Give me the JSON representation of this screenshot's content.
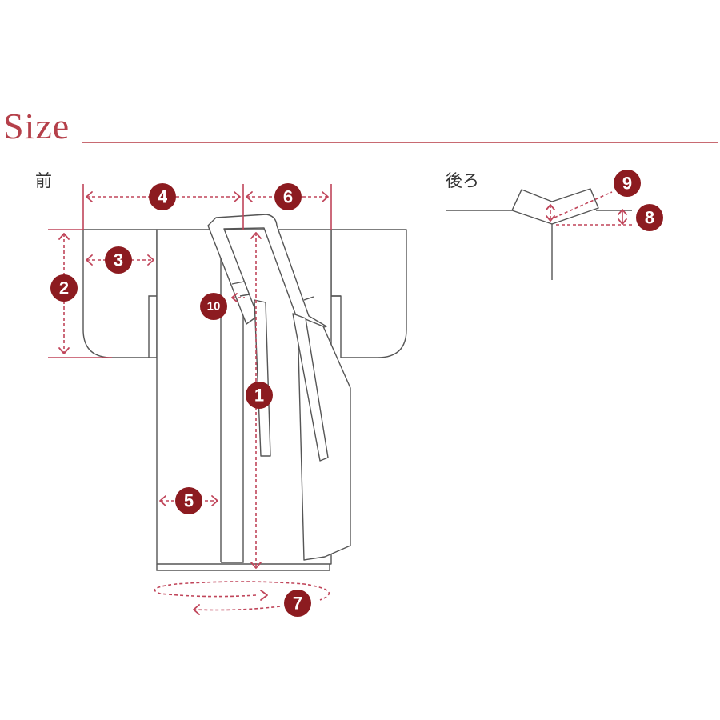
{
  "header": {
    "title": "Size"
  },
  "views": {
    "front_label": "前",
    "back_label": "後ろ"
  },
  "markers": [
    "1",
    "2",
    "3",
    "4",
    "5",
    "6",
    "7",
    "8",
    "9",
    "10"
  ],
  "colors": {
    "accent": "#b5404a",
    "badge": "#8c1b20",
    "dimension_line": "#c0455a",
    "outline": "#555555"
  }
}
